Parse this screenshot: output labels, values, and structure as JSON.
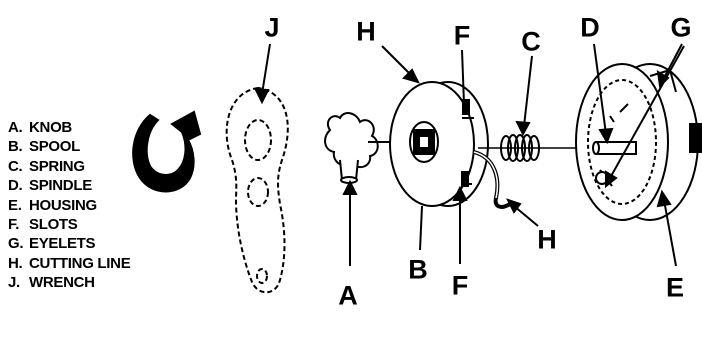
{
  "legend": [
    {
      "key": "A.",
      "name": "KNOB"
    },
    {
      "key": "B.",
      "name": "SPOOL"
    },
    {
      "key": "C.",
      "name": "SPRING"
    },
    {
      "key": "D.",
      "name": "SPINDLE"
    },
    {
      "key": "E.",
      "name": "HOUSING"
    },
    {
      "key": "F.",
      "name": "SLOTS"
    },
    {
      "key": "G.",
      "name": "EYELETS"
    },
    {
      "key": "H.",
      "name": "CUTTING LINE"
    },
    {
      "key": "J.",
      "name": "WRENCH"
    }
  ],
  "callouts": {
    "j": "J",
    "h_top": "H",
    "f_top": "F",
    "c": "C",
    "d": "D",
    "g": "G",
    "a": "A",
    "b": "B",
    "f_bottom": "F",
    "h_right": "H",
    "e": "E"
  },
  "colors": {
    "ink": "#000000",
    "paper": "#ffffff"
  },
  "icons": {
    "rotate_arrow": "curved-rotation-arrow-icon"
  }
}
